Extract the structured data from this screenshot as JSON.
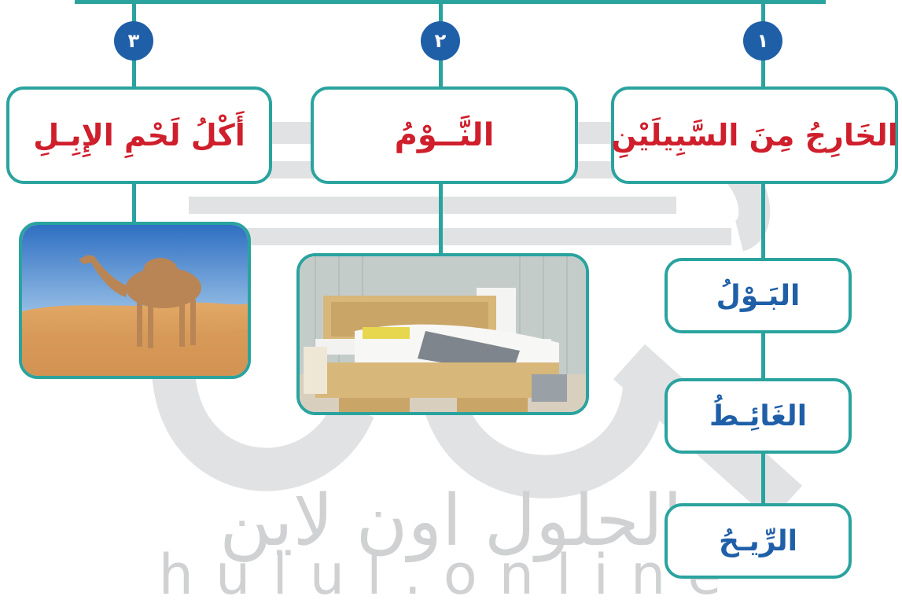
{
  "diagram": {
    "columns": [
      {
        "number": "١",
        "label": "الخَارِجُ مِنَ السَّبِيلَيْنِ"
      },
      {
        "number": "٢",
        "label": "النَّــوْمُ"
      },
      {
        "number": "٣",
        "label": "أَكْلُ لَحْمِ الإِبِـلِ"
      }
    ],
    "sub_items": [
      "البَـوْلُ",
      "الغَائِـطُ",
      "الرِّيـحُ"
    ],
    "images": [
      "camel-photo",
      "bed-photo"
    ]
  },
  "watermark": {
    "arabic": "الحلول اون لاين",
    "latin": "hulul.online"
  },
  "colors": {
    "teal": "#2aa39f",
    "navy": "#1f5fa8",
    "red": "#cf1f2c",
    "watermark_gray": "#cfd1d3"
  }
}
